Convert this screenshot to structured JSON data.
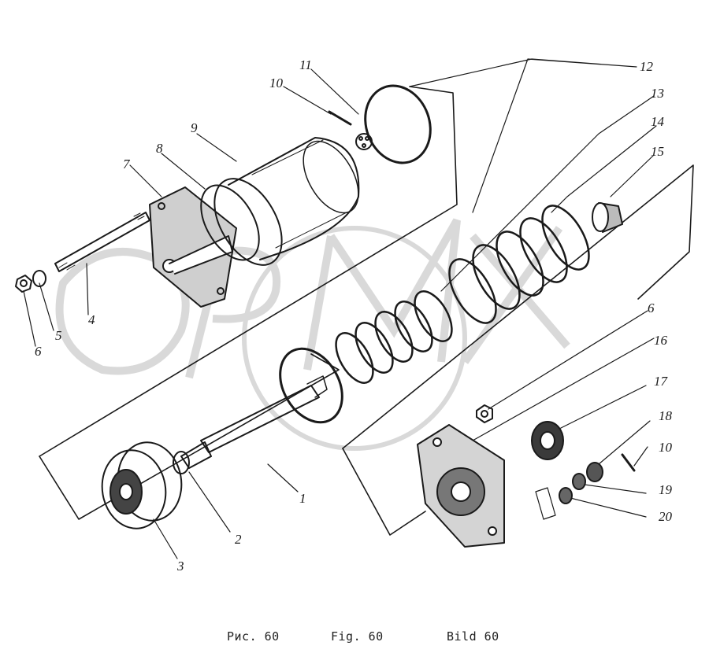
{
  "diagram": {
    "callouts": {
      "c1": "1",
      "c2": "2",
      "c3": "3",
      "c4": "4",
      "c5": "5",
      "c6a": "6",
      "c6b": "6",
      "c7": "7",
      "c8": "8",
      "c9": "9",
      "c10a": "10",
      "c10b": "10",
      "c11": "11",
      "c12": "12",
      "c13": "13",
      "c14": "14",
      "c15": "15",
      "c16": "16",
      "c17": "17",
      "c18": "18",
      "c19": "19",
      "c20": "20"
    },
    "watermark": "OPM",
    "colors": {
      "line": "#1a1a1a",
      "watermark": "#d9d9d9",
      "dark": "#3a3a3a"
    }
  },
  "captions": {
    "ru": "Рис. 60",
    "en": "Fig. 60",
    "de": "Bild 60"
  }
}
